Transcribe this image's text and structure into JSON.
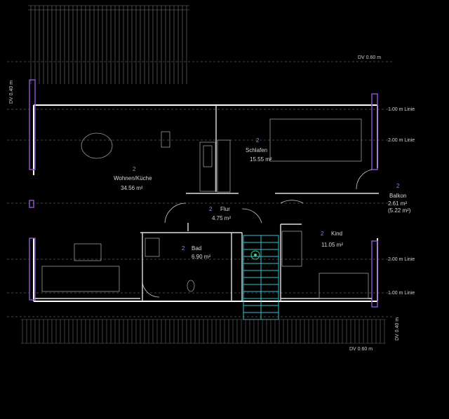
{
  "rooms": {
    "wohnen": {
      "num": "2",
      "name": "Wohnen/Küche",
      "area": "34.56 m²"
    },
    "schlafen": {
      "num": "2",
      "name": "Schlafen",
      "area": "15.55 m²"
    },
    "flur": {
      "num": "2",
      "name": "Flur",
      "area": "4.75 m²"
    },
    "bad": {
      "num": "2",
      "name": "Bad",
      "area": "6.90 m²"
    },
    "kind": {
      "num": "2",
      "name": "Kind",
      "area": "11.05 m²"
    },
    "balkon": {
      "num": "2",
      "name": "Balkon",
      "area": "2.61 m²",
      "area2": "(5.22 m²)"
    }
  },
  "annotations": {
    "dv_top": "DV 0.60 m",
    "dv_left": "DV 0.40 m",
    "dv_right": "DV 0.40 m",
    "dv_bottom": "DV 0.60 m",
    "line_100_top": "1.00 m Linie",
    "line_200_top": "2.00 m Linie",
    "line_200_bottom": "2.00 m Linie",
    "line_100_bottom": "1.00 m Linie"
  },
  "colors": {
    "wall": "#ffffff",
    "line": "#9a9a9a",
    "purple": "#8a4fc8",
    "cyan": "#33c4d4",
    "green": "#39d48a"
  }
}
